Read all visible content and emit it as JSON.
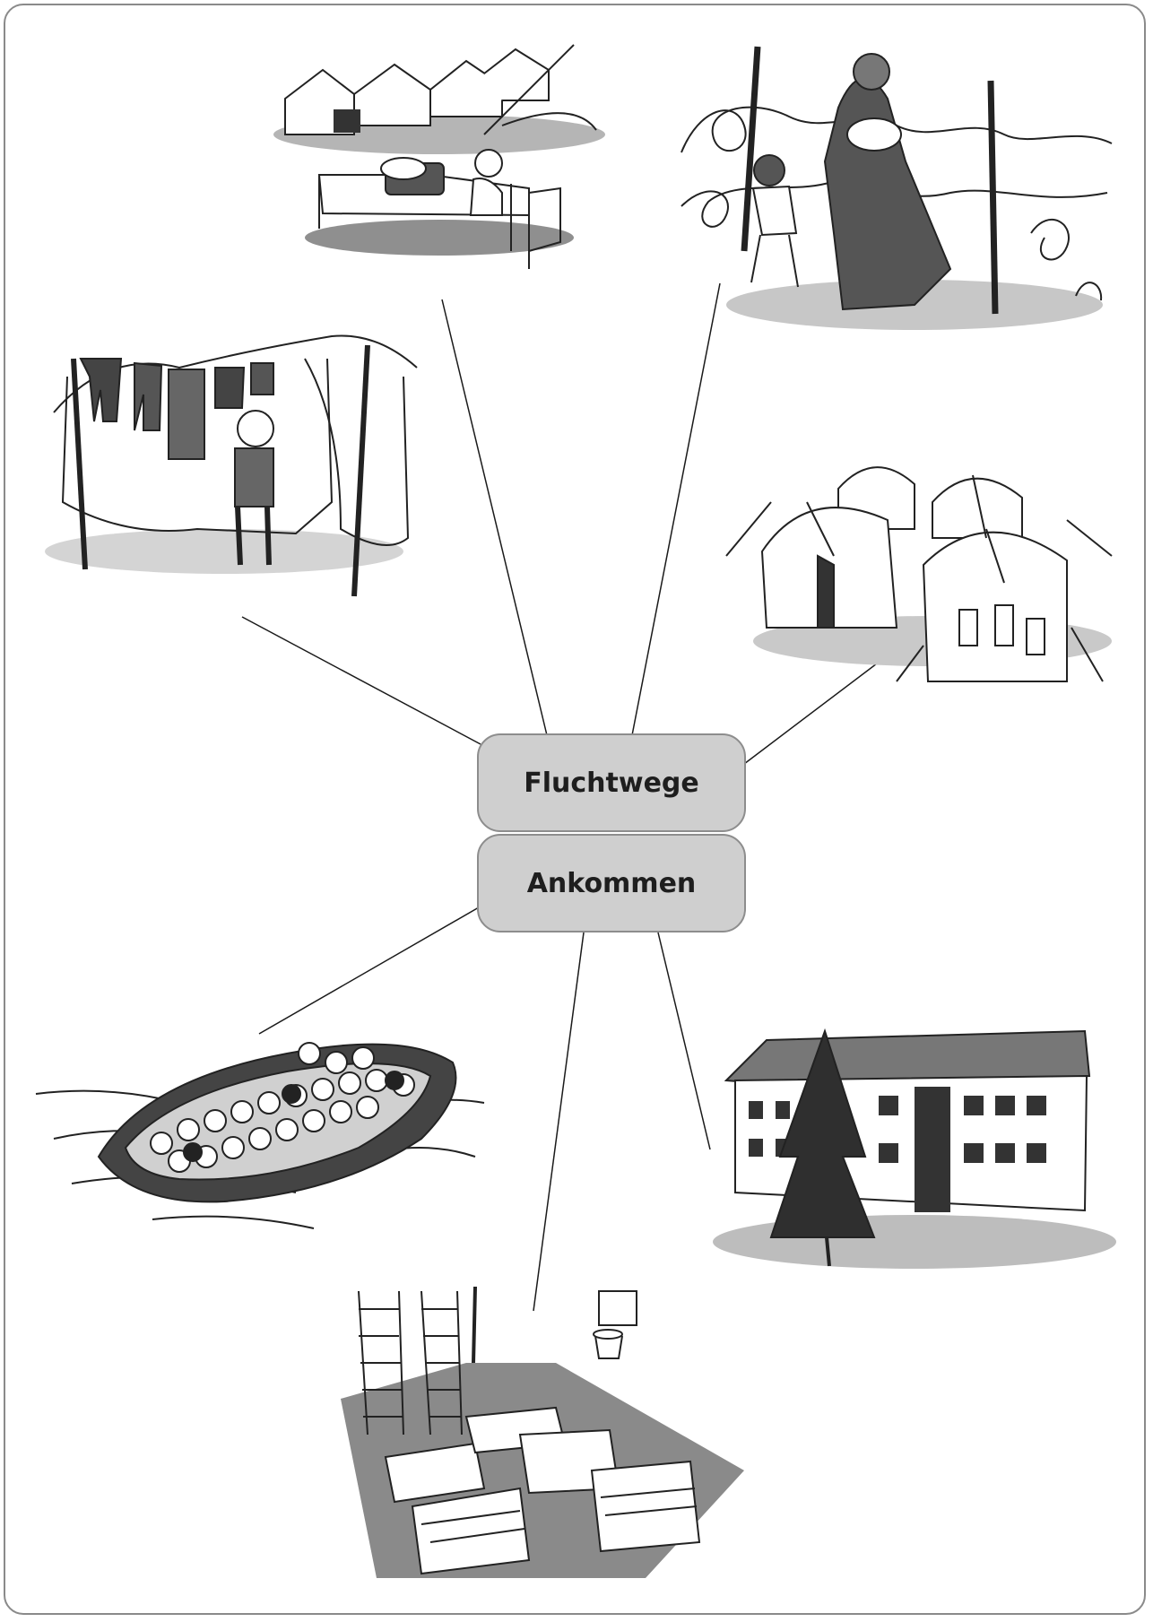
{
  "hub": {
    "top_label": "Fluchtwege",
    "bottom_label": "Ankommen"
  },
  "colors": {
    "line": "#1a1a1a",
    "ink": "#222222",
    "shade": "#9a9a9a",
    "dark": "#3a3a3a",
    "box_fill": "#cfcfcf",
    "box_border": "#8d8d8d"
  },
  "illustrations": [
    {
      "name": "tents-and-bed-illustration"
    },
    {
      "name": "border-fence-illustration"
    },
    {
      "name": "laundry-line-child-illustration"
    },
    {
      "name": "dome-tents-illustration"
    },
    {
      "name": "refugee-boat-illustration"
    },
    {
      "name": "building-with-tree-illustration"
    },
    {
      "name": "gym-beds-illustration"
    }
  ]
}
